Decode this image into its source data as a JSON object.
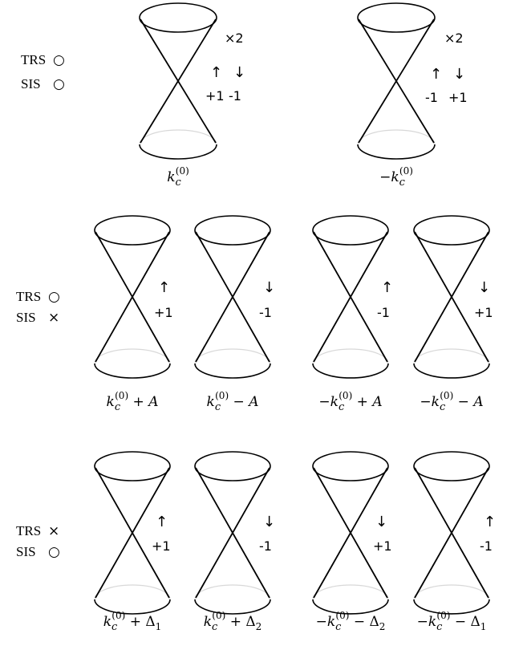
{
  "sections": [
    {
      "conditions": [
        {
          "label": "TRS",
          "symbol": "○"
        },
        {
          "label": "SIS",
          "symbol": "○"
        }
      ],
      "cones": [
        {
          "multiplicity": "×2",
          "spins": [
            "↑",
            "↓"
          ],
          "chiralities": [
            "+1",
            "-1"
          ],
          "label": {
            "sign": "",
            "k": "k",
            "sub": "c",
            "sup": "(0)",
            "suffix": ""
          }
        },
        {
          "multiplicity": "×2",
          "spins": [
            "↑",
            "↓"
          ],
          "chiralities": [
            "-1",
            "+1"
          ],
          "label": {
            "sign": "−",
            "k": "k",
            "sub": "c",
            "sup": "(0)",
            "suffix": ""
          }
        }
      ]
    },
    {
      "conditions": [
        {
          "label": "TRS",
          "symbol": "○"
        },
        {
          "label": "SIS",
          "symbol": "×"
        }
      ],
      "cones": [
        {
          "spins": [
            "↑"
          ],
          "chiralities": [
            "+1"
          ],
          "label": {
            "sign": "",
            "k": "k",
            "sub": "c",
            "sup": "(0)",
            "suffix": " + A"
          }
        },
        {
          "spins": [
            "↓"
          ],
          "chiralities": [
            "-1"
          ],
          "label": {
            "sign": "",
            "k": "k",
            "sub": "c",
            "sup": "(0)",
            "suffix": " − A"
          }
        },
        {
          "spins": [
            "↑"
          ],
          "chiralities": [
            "-1"
          ],
          "label": {
            "sign": "−",
            "k": "k",
            "sub": "c",
            "sup": "(0)",
            "suffix": " + A"
          }
        },
        {
          "spins": [
            "↓"
          ],
          "chiralities": [
            "+1"
          ],
          "label": {
            "sign": "−",
            "k": "k",
            "sub": "c",
            "sup": "(0)",
            "suffix": " − A"
          }
        }
      ]
    },
    {
      "conditions": [
        {
          "label": "TRS",
          "symbol": "×"
        },
        {
          "label": "SIS",
          "symbol": "○"
        }
      ],
      "cones": [
        {
          "spins": [
            "↑"
          ],
          "chiralities": [
            "+1"
          ],
          "label": {
            "sign": "",
            "k": "k",
            "sub": "c",
            "sup": "(0)",
            "suffix": " + Δ",
            "suffix_sub": "1"
          }
        },
        {
          "spins": [
            "↓"
          ],
          "chiralities": [
            "-1"
          ],
          "label": {
            "sign": "",
            "k": "k",
            "sub": "c",
            "sup": "(0)",
            "suffix": " + Δ",
            "suffix_sub": "2"
          }
        },
        {
          "spins": [
            "↓"
          ],
          "chiralities": [
            "+1"
          ],
          "label": {
            "sign": "−",
            "k": "k",
            "sub": "c",
            "sup": "(0)",
            "suffix": " − Δ",
            "suffix_sub": "2"
          }
        },
        {
          "spins": [
            "↑"
          ],
          "chiralities": [
            "-1"
          ],
          "label": {
            "sign": "−",
            "k": "k",
            "sub": "c",
            "sup": "(0)",
            "suffix": " − Δ",
            "suffix_sub": "1"
          }
        }
      ]
    }
  ]
}
